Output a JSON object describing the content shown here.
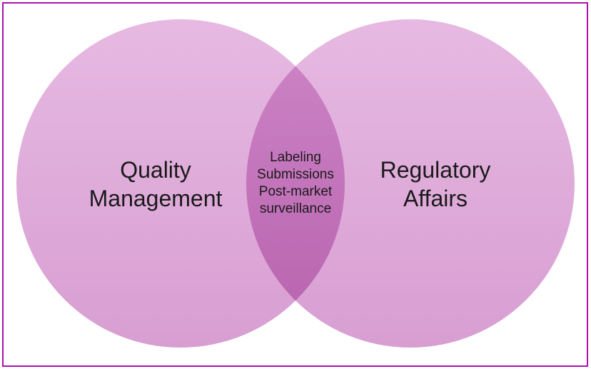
{
  "diagram": {
    "type": "venn",
    "left_circle": {
      "label": "Quality\nManagement"
    },
    "right_circle": {
      "label": "Regulatory\nAffairs"
    },
    "overlap": {
      "label": "Labeling\nSubmissions\nPost-market\nsurveillance"
    }
  },
  "colors": {
    "frame_border": "#ad10ad",
    "circle_gradient_top": "#e6b9e2",
    "circle_gradient_bottom": "#d89ed2",
    "overlap_blend": "#c97fc3",
    "text": "#1a1a1a",
    "background": "#ffffff"
  }
}
